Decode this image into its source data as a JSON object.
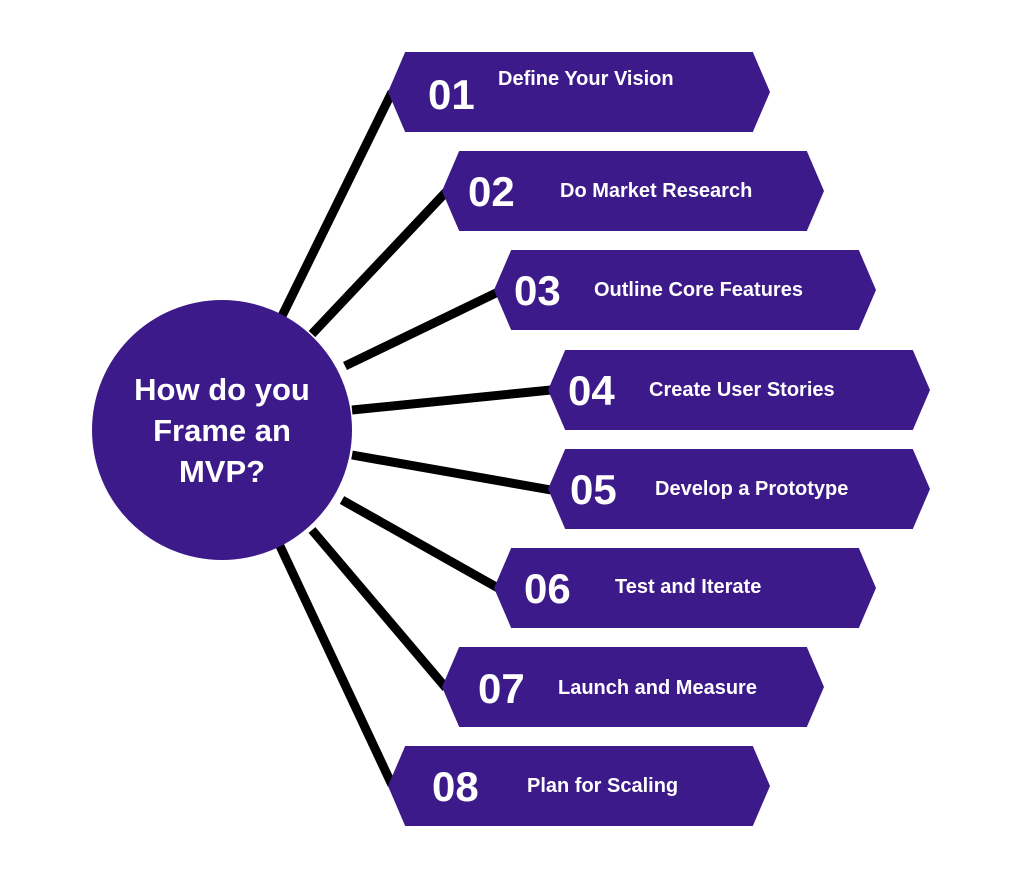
{
  "colors": {
    "accent": "#3d1a8a",
    "text": "#ffffff",
    "connector": "#000000",
    "background": "#ffffff"
  },
  "hub": {
    "title": "How do you\nFrame an\nMVP?"
  },
  "steps": [
    {
      "number": "01",
      "label": "Define Your Vision"
    },
    {
      "number": "02",
      "label": "Do Market Research"
    },
    {
      "number": "03",
      "label": "Outline Core Features"
    },
    {
      "number": "04",
      "label": "Create User Stories"
    },
    {
      "number": "05",
      "label": "Develop a Prototype"
    },
    {
      "number": "06",
      "label": "Test and Iterate"
    },
    {
      "number": "07",
      "label": "Launch and Measure"
    },
    {
      "number": "08",
      "label": "Plan for Scaling"
    }
  ]
}
